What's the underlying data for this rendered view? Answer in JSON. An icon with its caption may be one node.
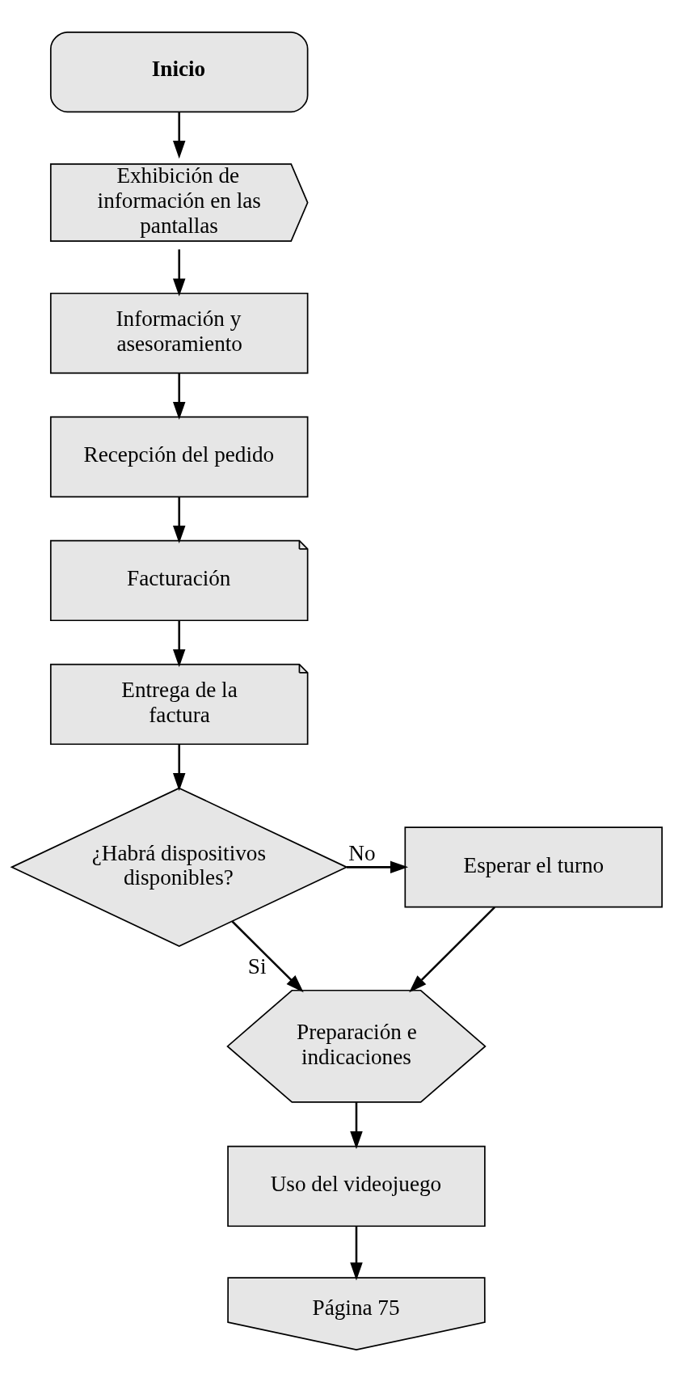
{
  "diagram": {
    "nodes": [
      {
        "text": [
          "Inicio"
        ]
      },
      {
        "text": [
          "Exhibición de información en las pantallas"
        ]
      },
      {
        "text": [
          "Información y asesoramiento"
        ]
      },
      {
        "text": [
          "Recepción del pedido"
        ]
      },
      {
        "text": [
          "Facturación"
        ]
      },
      {
        "text": [
          "Entrega de la factura"
        ]
      },
      {
        "text": [
          "¿Habrá dispositivos disponibles?"
        ]
      },
      {
        "text": [
          "Esperar el turno"
        ]
      },
      {
        "text": [
          "Preparación e indicaciones"
        ]
      },
      {
        "text": [
          "Uso del videojuego"
        ]
      },
      {
        "text": [
          "Página 75"
        ]
      }
    ],
    "edges": [
      {
        "from": 0,
        "to": 1,
        "arrow": "to"
      },
      {
        "from": 1,
        "to": 2,
        "arrow": "to"
      },
      {
        "from": 2,
        "to": 3,
        "arrow": "to"
      },
      {
        "from": 3,
        "to": 4,
        "arrow": "to"
      },
      {
        "from": 4,
        "to": 5,
        "arrow": "to"
      },
      {
        "from": 5,
        "to": 6,
        "arrow": "to"
      },
      {
        "from": 6,
        "to": 7,
        "label": "No",
        "arrow": "to"
      },
      {
        "from": 6,
        "to": 8,
        "label": "Si",
        "arrow": "to"
      },
      {
        "from": 7,
        "to": 8,
        "arrow": "to"
      },
      {
        "from": 8,
        "to": 9,
        "arrow": "to"
      },
      {
        "from": 9,
        "to": 10,
        "arrow": "to"
      }
    ]
  }
}
